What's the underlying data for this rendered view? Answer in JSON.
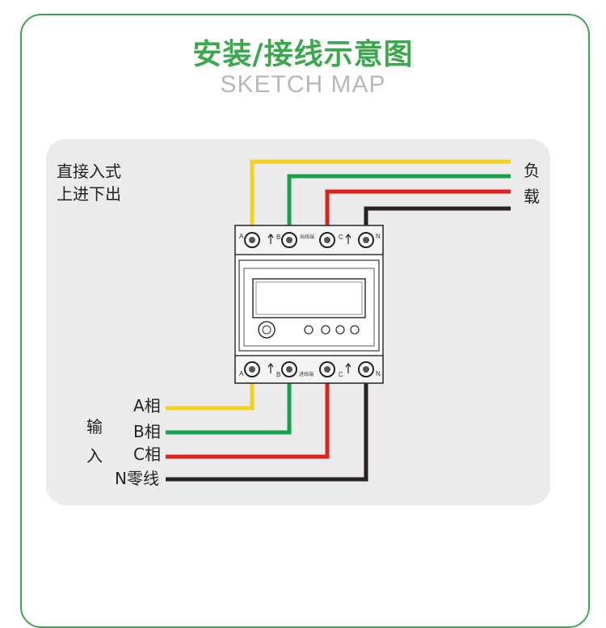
{
  "header": {
    "title": "安装/接线示意图",
    "subtitle": "SKETCH MAP"
  },
  "diagram": {
    "mode_line1": "直接入式",
    "mode_line2": "上进下出",
    "load_label_1": "负",
    "load_label_2": "载",
    "input_label_1": "输",
    "input_label_2": "入",
    "phase_a": "A相",
    "phase_b": "B相",
    "phase_c": "C相",
    "neutral": "N零线",
    "top_terminal_note": "出线端",
    "bottom_terminal_note": "进线端",
    "terminal_letters": [
      "A",
      "B",
      "C",
      "N"
    ],
    "wire_colors": {
      "A": "#f5d21a",
      "B": "#16a24a",
      "C": "#e0201c",
      "N": "#2a2220"
    },
    "accent_color": "#3aa94b"
  }
}
